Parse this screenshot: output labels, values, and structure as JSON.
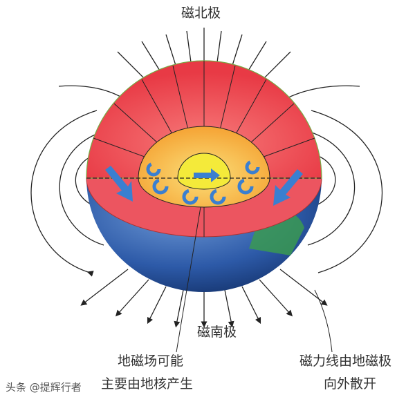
{
  "labels": {
    "north_pole": "磁北极",
    "south_pole": "磁南极",
    "core_note_line1": "地磁场可能",
    "core_note_line2": "主要由地核产生",
    "field_note_line1": "磁力线由地磁极",
    "field_note_line2": "向外散开"
  },
  "watermark": "头条 @提辉行者",
  "colors": {
    "mantle": "#f0545a",
    "outer_core": "#f7b640",
    "inner_core": "#f4ea3a",
    "convection_arrows": "#3a7fd0",
    "field_lines": "#222222"
  }
}
